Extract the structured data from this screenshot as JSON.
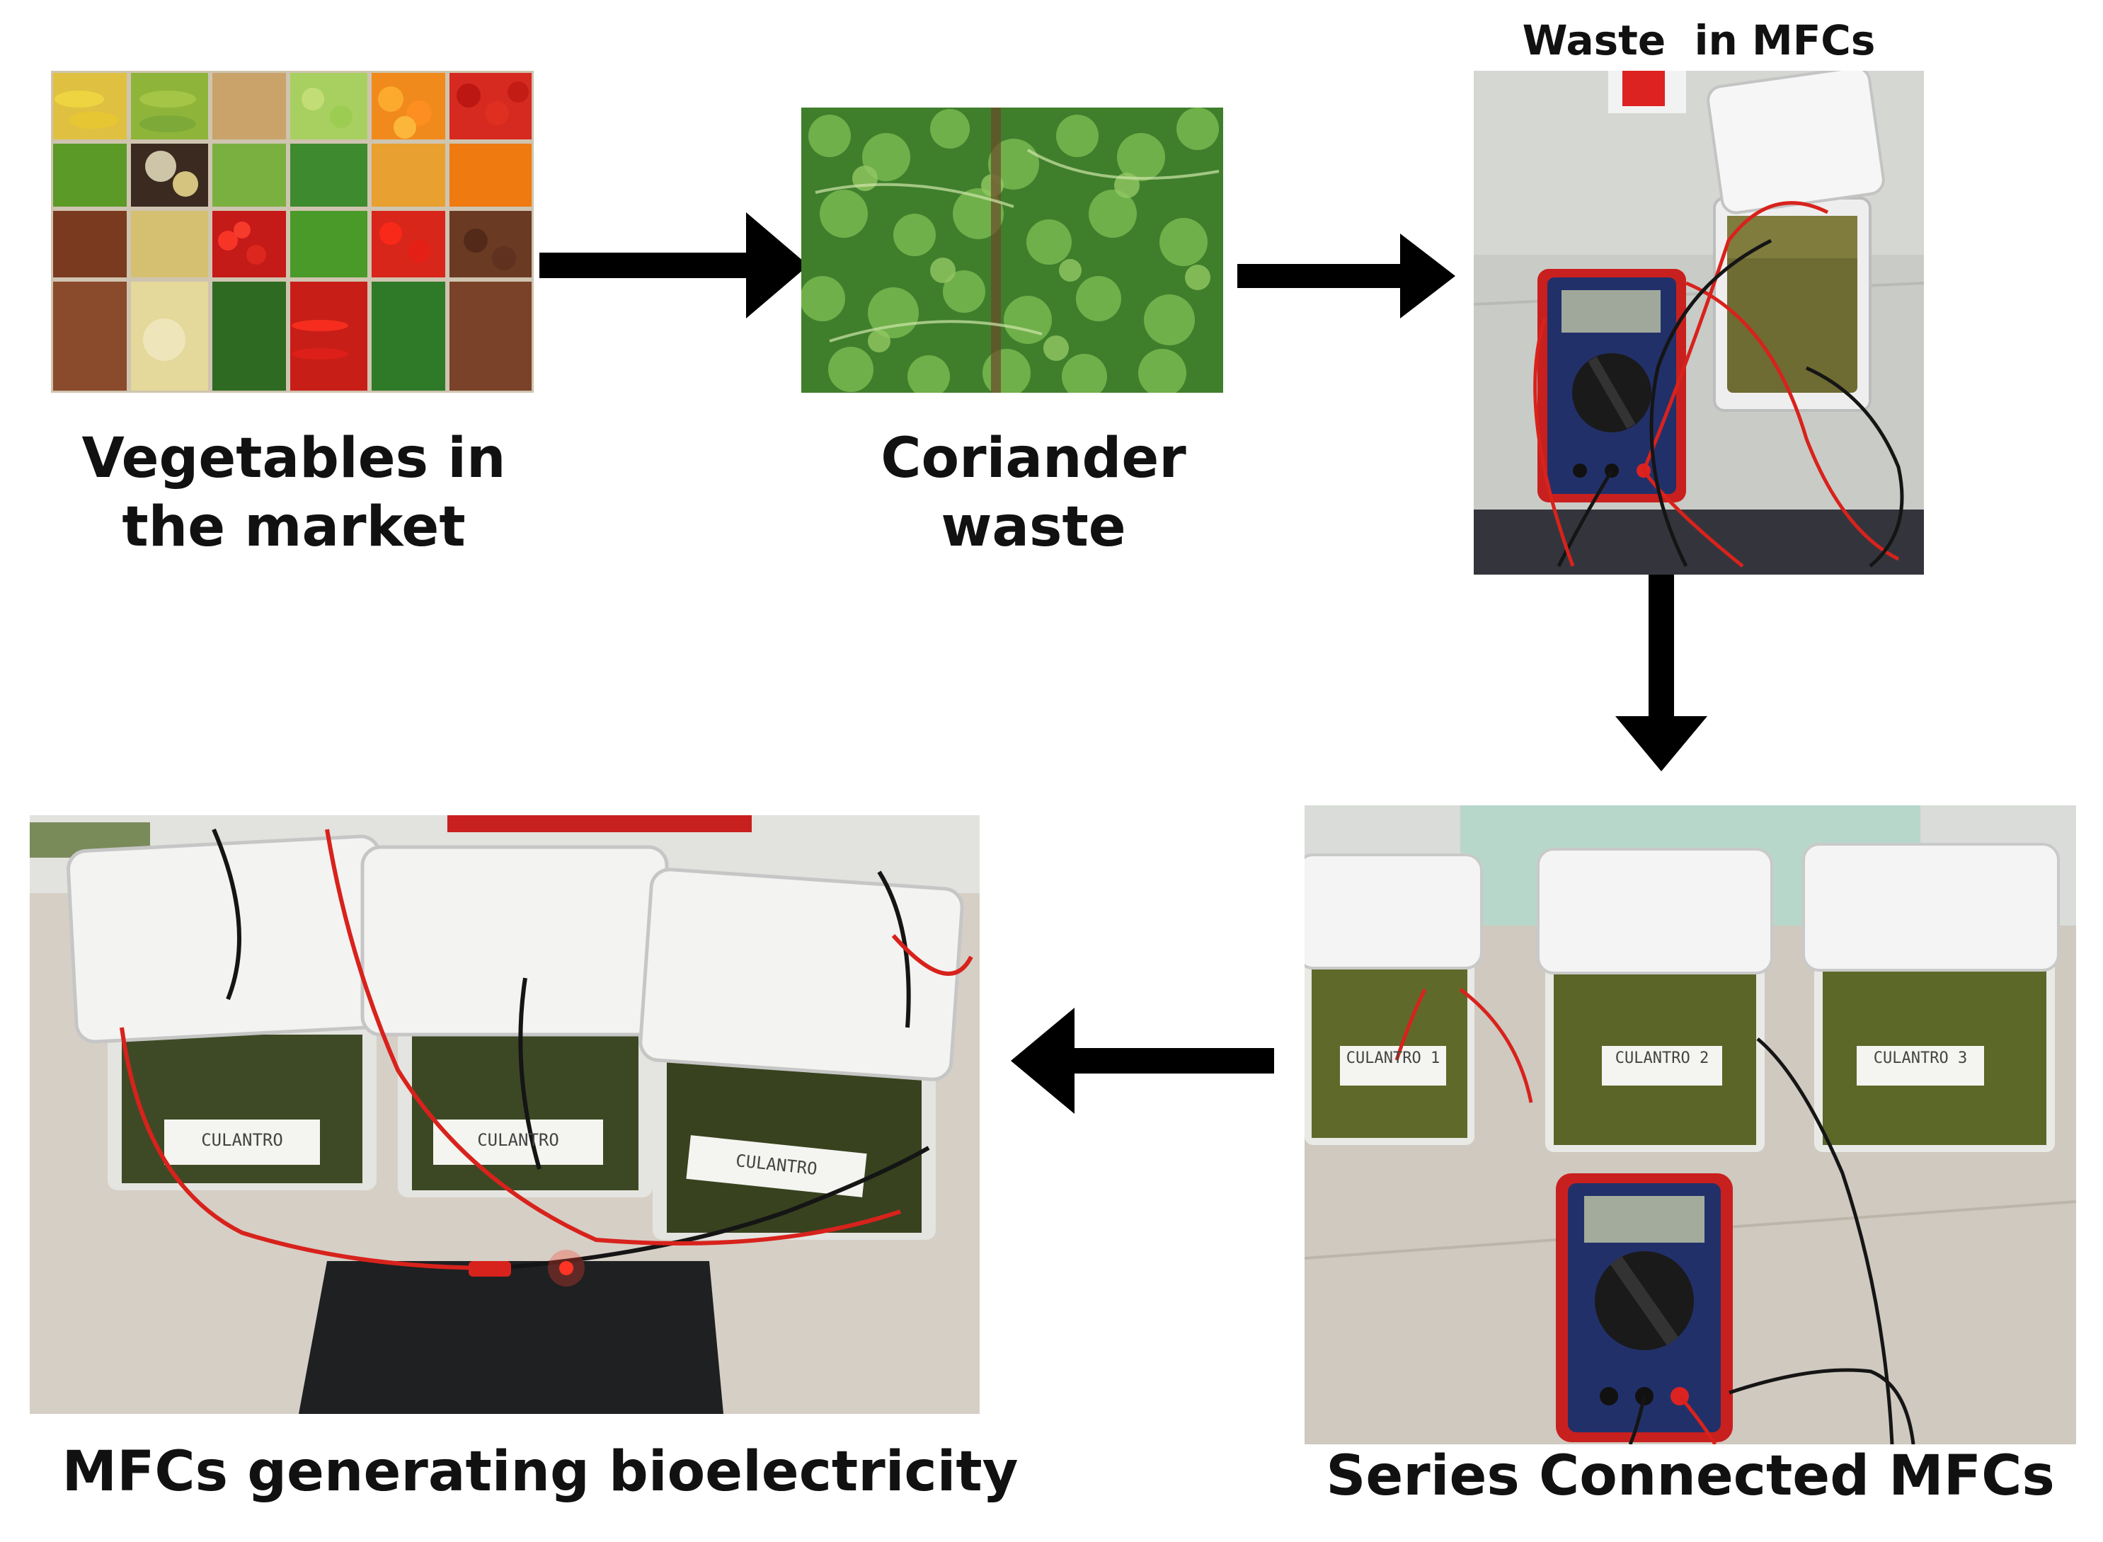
{
  "labels": {
    "market": [
      "Vegetables in",
      "the market"
    ],
    "coriander": [
      "Coriander",
      "waste"
    ],
    "waste_mfc": "Waste  in MFCs",
    "series": "Series Connected MFCs",
    "generating": "MFCs generating bioelectricity"
  },
  "jar_tags": {
    "series": [
      "CULANTRO 1",
      "CULANTRO 2",
      "CULANTRO 3"
    ],
    "generating": [
      "CULANTRO",
      "CULANTRO",
      "CULANTRO"
    ]
  },
  "colors": {
    "arrow": "#000000",
    "wire_red": "#d8221c",
    "wire_black": "#151515",
    "multimeter_red": "#c8201e",
    "multimeter_blue": "#22306a"
  }
}
